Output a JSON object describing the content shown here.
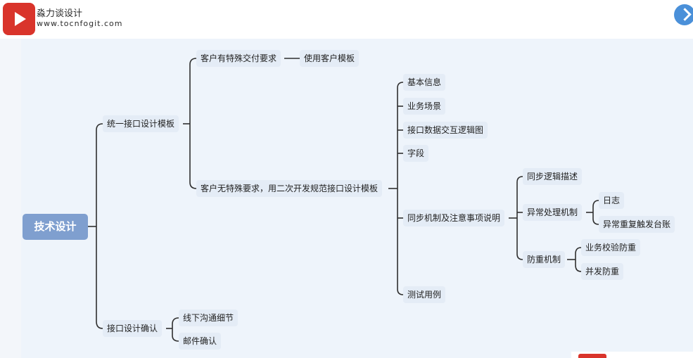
{
  "watermark": {
    "cn": "淼力谈设计",
    "en": "www.tocnfogit.com",
    "logo_icon": "play-icon"
  },
  "colors": {
    "root_bg": "#7f9fcf",
    "node_bg": "#e4ecf6",
    "line": "#2f2f2f"
  },
  "mindmap": {
    "root": "技术设计",
    "n1": "统一接口设计模板",
    "n1_1": "客户有特殊交付要求",
    "n1_1_1": "使用客户模板",
    "n1_2": "客户无特殊要求，用二次开发规范接口设计模板",
    "n1_2_1": "基本信息",
    "n1_2_2": "业务场景",
    "n1_2_3": "接口数据交互逻辑图",
    "n1_2_4": "字段",
    "n1_2_5": "同步机制及注意事项说明",
    "n1_2_5_1": "同步逻辑描述",
    "n1_2_5_2": "异常处理机制",
    "n1_2_5_2_1": "日志",
    "n1_2_5_2_2": "异常重复触发台账",
    "n1_2_5_3": "防重机制",
    "n1_2_5_3_1": "业务校验防重",
    "n1_2_5_3_2": "并发防重",
    "n1_2_6": "测试用例",
    "n2": "接口设计确认",
    "n2_1": "线下沟通细节",
    "n2_2": "邮件确认"
  }
}
